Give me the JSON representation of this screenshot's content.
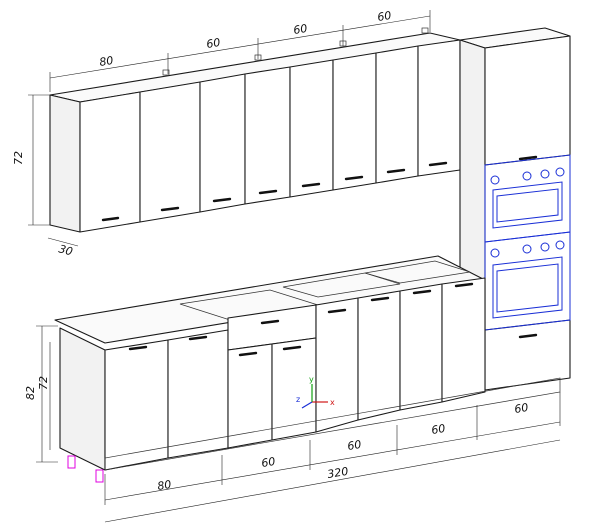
{
  "dimensions": {
    "upper": [
      "80",
      "60",
      "60",
      "60"
    ],
    "upper_height": "72",
    "upper_depth": "30",
    "base_total_height": "82",
    "base_height": "72",
    "base_widths": [
      "80",
      "60",
      "60",
      "60",
      "60"
    ],
    "base_total": "320"
  },
  "axes": {
    "x": "x",
    "y": "y",
    "z": "z"
  },
  "colors": {
    "oven": "#1a2fd6",
    "axis_x": "#d01818",
    "axis_y": "#12a012",
    "axis_z": "#1a2fd6",
    "legs": "#e000e0"
  }
}
